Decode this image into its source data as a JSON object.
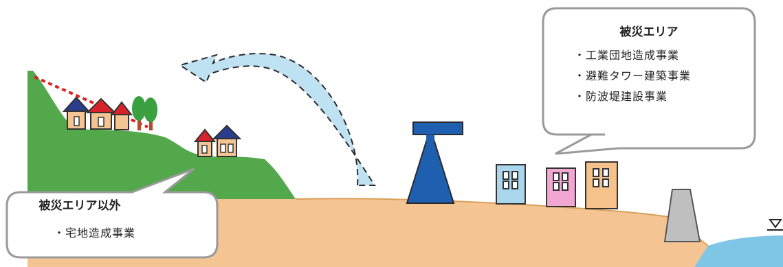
{
  "colors": {
    "ground": "#f4c592",
    "ground_line": "#d9a05a",
    "hill": "#52a84a",
    "sea": "#7fc6e6",
    "arrow_fill": "#bfe2f3",
    "arrow_stroke": "#2a2a2a",
    "tower": "#1f5fb0",
    "seawall": "#bfbfbf",
    "callout_border": "#9a9a9a",
    "red_line": "#e02020",
    "roof_blue": "#2a3c8c",
    "roof_red": "#d8222a",
    "house_wall": "#f4c592",
    "building_blue": "#a9d6ec",
    "building_pink": "#f2a7d2",
    "building_orange": "#f6c28b",
    "tree": "#3aa040",
    "trunk": "#b5492e"
  },
  "callout_right": {
    "title": "被災エリア",
    "items": [
      "・工業団地造成事業",
      "・避難タワー建築事業",
      "・防波堤建設事業"
    ]
  },
  "callout_left": {
    "title": "被災エリア以外",
    "items": [
      "・宅地造成事業"
    ]
  },
  "icons": {
    "relocation_arrow": "curved-dashed-arrow-icon",
    "water_level": "water-level-triangle-icon",
    "tsunami_tower": "evacuation-tower-icon",
    "seawall": "seawall-icon"
  }
}
